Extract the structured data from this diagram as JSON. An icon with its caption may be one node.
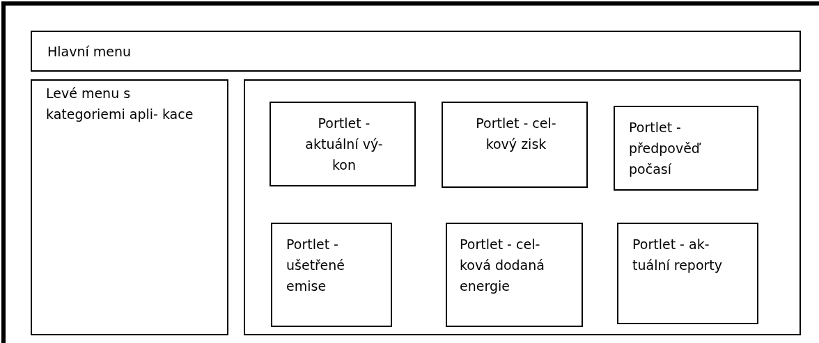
{
  "diagram": {
    "nodes": [
      {
        "text": [],
        "shape": "box"
      },
      {
        "text": [
          "Hlavní menu"
        ],
        "in": 0
      },
      {
        "text": [
          "Levé menu s kategoriemi apli- kace"
        ],
        "in": 0
      },
      {
        "text": [],
        "shape": "box",
        "in": 0
      },
      {
        "text": [
          "Portlet - aktuální vý- kon"
        ],
        "in": 3
      },
      {
        "text": [
          "Portlet - cel- kový zisk"
        ],
        "in": 3
      },
      {
        "text": [
          "Portlet - předpověď počasí"
        ],
        "in": 3
      },
      {
        "text": [
          "Portlet - ušetřené emise"
        ],
        "in": 3
      },
      {
        "text": [
          "Portlet - cel- ková dodaná energie"
        ],
        "in": 3
      },
      {
        "text": [
          "Portlet - ak- tuální reporty"
        ],
        "in": 3
      }
    ],
    "edges": []
  }
}
